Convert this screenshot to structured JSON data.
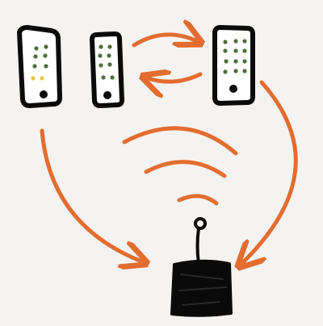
{
  "diagram": {
    "colors": {
      "background": "#f4f3f1",
      "device_body": "#ffffff",
      "outline": "#0b0b0b",
      "arrow": "#e36c2f",
      "led_green": "#4d6f3a",
      "led_yellow": "#e5c64a",
      "hub_fill": "#0a0a0a"
    },
    "icons": {
      "remote_1": "remote-control-icon",
      "remote_2": "remote-control-icon",
      "remote_3": "remote-control-icon",
      "hub": "wireless-hub-icon",
      "waves": "wireless-signal-icon"
    },
    "devices": [
      {
        "name": "remote-1",
        "has_yellow_led": true
      },
      {
        "name": "remote-2",
        "has_yellow_led": false
      },
      {
        "name": "remote-3",
        "has_yellow_led": false
      }
    ]
  }
}
